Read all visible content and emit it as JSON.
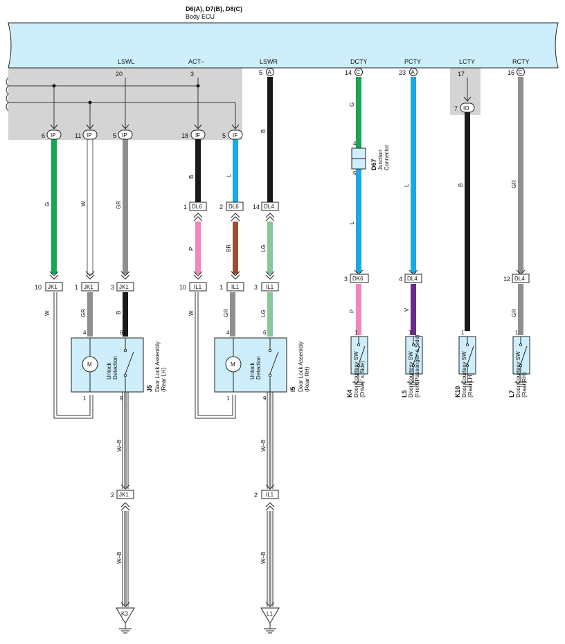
{
  "ecu": {
    "codes": "D6(A), D7(B), D8(C)",
    "name": "Body ECU"
  },
  "terminals": [
    {
      "name": "LSWL",
      "pin": "20",
      "tag": ""
    },
    {
      "name": "ACT–",
      "pin": "3",
      "tag": ""
    },
    {
      "name": "LSWR",
      "pin": "5",
      "tag": "A"
    },
    {
      "name": "DCTY",
      "pin": "14",
      "tag": "C"
    },
    {
      "name": "PCTY",
      "pin": "23",
      "tag": "A"
    },
    {
      "name": "LCTY",
      "pin": "17",
      "tag": ""
    },
    {
      "name": "RCTY",
      "pin": "16",
      "tag": "C"
    }
  ],
  "bus_connectors": [
    {
      "pin": "6",
      "name": "IP"
    },
    {
      "pin": "11",
      "name": "IP"
    },
    {
      "pin": "5",
      "name": "IP"
    },
    {
      "pin": "18",
      "name": "IF"
    },
    {
      "pin": "5",
      "name": "IF"
    },
    {
      "pin": "7",
      "name": "IO"
    }
  ],
  "wire_colors": {
    "G": "G",
    "W": "W",
    "GR": "GR",
    "B": "B",
    "L": "L",
    "P": "P",
    "BR": "BR",
    "LG": "LG",
    "V": "V",
    "WB": "W–B"
  },
  "connectors": [
    {
      "pin": "1",
      "name": "DL6"
    },
    {
      "pin": "2",
      "name": "DL6"
    },
    {
      "pin": "14",
      "name": "DL4"
    },
    {
      "pin": "10",
      "name": "JK1"
    },
    {
      "pin": "1",
      "name": "JK1"
    },
    {
      "pin": "3",
      "name": "JK1"
    },
    {
      "pin": "10",
      "name": "IL1"
    },
    {
      "pin": "1",
      "name": "IL1"
    },
    {
      "pin": "3",
      "name": "IL1"
    },
    {
      "pin": "3",
      "name": "DK6"
    },
    {
      "pin": "4",
      "name": "DL4"
    },
    {
      "pin": "12",
      "name": "DL4"
    },
    {
      "pin": "2",
      "name": "JK1"
    },
    {
      "pin": "2",
      "name": "IL1"
    }
  ],
  "junction": {
    "code": "D67",
    "line1": "Junction",
    "line2": "Connector",
    "pin_top": "4",
    "pin_bottom": "5"
  },
  "assembly_pins": {
    "p4": "4",
    "p6": "6",
    "p1": "1",
    "p9": "9"
  },
  "assemblies": [
    {
      "code": "J5",
      "line1": "Door Lock Assembly",
      "line2": "(Rear LH)",
      "inner1": "Unlock",
      "inner2": "Detection",
      "motor": "M"
    },
    {
      "code": "I5",
      "line1": "Door Lock Assembly",
      "line2": "(Rear RH)",
      "inner1": "Unlock",
      "inner2": "Detection",
      "motor": "M"
    }
  ],
  "switch_pin": "1",
  "switches": [
    {
      "code": "K4",
      "line1": "Door Courtesy SW",
      "line2": "(Driver’ s Side)"
    },
    {
      "code": "L5",
      "line1": "Door Courtesy SW",
      "line2": "(Front Passenger’ s Side)"
    },
    {
      "code": "K10",
      "line1": "Door Courtesy SW",
      "line2": "(Rear LH)"
    },
    {
      "code": "L7",
      "line1": "Door Courtesy SW",
      "line2": "(Rear RH)"
    }
  ],
  "grounds": [
    {
      "label": "K3"
    },
    {
      "label": "L1"
    }
  ],
  "colors": {
    "ecu_fill": "#cdeefa",
    "shade": "#d4d4d4",
    "box_fill": "#cdeefa",
    "G": "#17a654",
    "GR": "#8f8f8f",
    "B": "#1a1a1a",
    "L": "#1aa9e6",
    "P": "#f087bf",
    "BR": "#9b4f2e",
    "LG": "#86c89a",
    "V": "#6b2a8d"
  }
}
